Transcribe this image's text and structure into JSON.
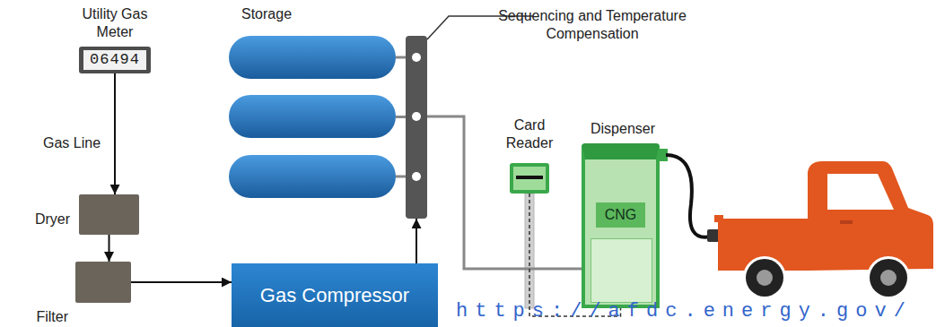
{
  "diagram": {
    "nodes": [
      {
        "text": [
          "Utility Gas Meter",
          "06494"
        ]
      },
      {
        "text": [
          "Dryer"
        ]
      },
      {
        "text": [
          "Filter"
        ]
      },
      {
        "text": [
          "Gas Compressor"
        ]
      },
      {
        "text": [
          "Storage"
        ]
      },
      {
        "text": [
          "Sequencing and Temperature Compensation"
        ]
      },
      {
        "text": [
          "Card Reader"
        ]
      },
      {
        "text": [
          "Dispenser",
          "CNG"
        ]
      }
    ],
    "edges": [
      {
        "from": 0,
        "to": 1,
        "arrow": "to"
      },
      {
        "from": 1,
        "to": 2,
        "arrow": "to"
      },
      {
        "from": 2,
        "to": 3,
        "arrow": "to"
      },
      {
        "from": 3,
        "to": 5,
        "arrow": "to"
      },
      {
        "from": 4,
        "to": 5,
        "arrow": "none"
      },
      {
        "from": 5,
        "to": 7,
        "arrow": "none"
      },
      {
        "from": 6,
        "to": 7,
        "arrow": "none"
      }
    ],
    "labels": [
      "Gas Line",
      "https://afdc.energy.gov/"
    ]
  }
}
